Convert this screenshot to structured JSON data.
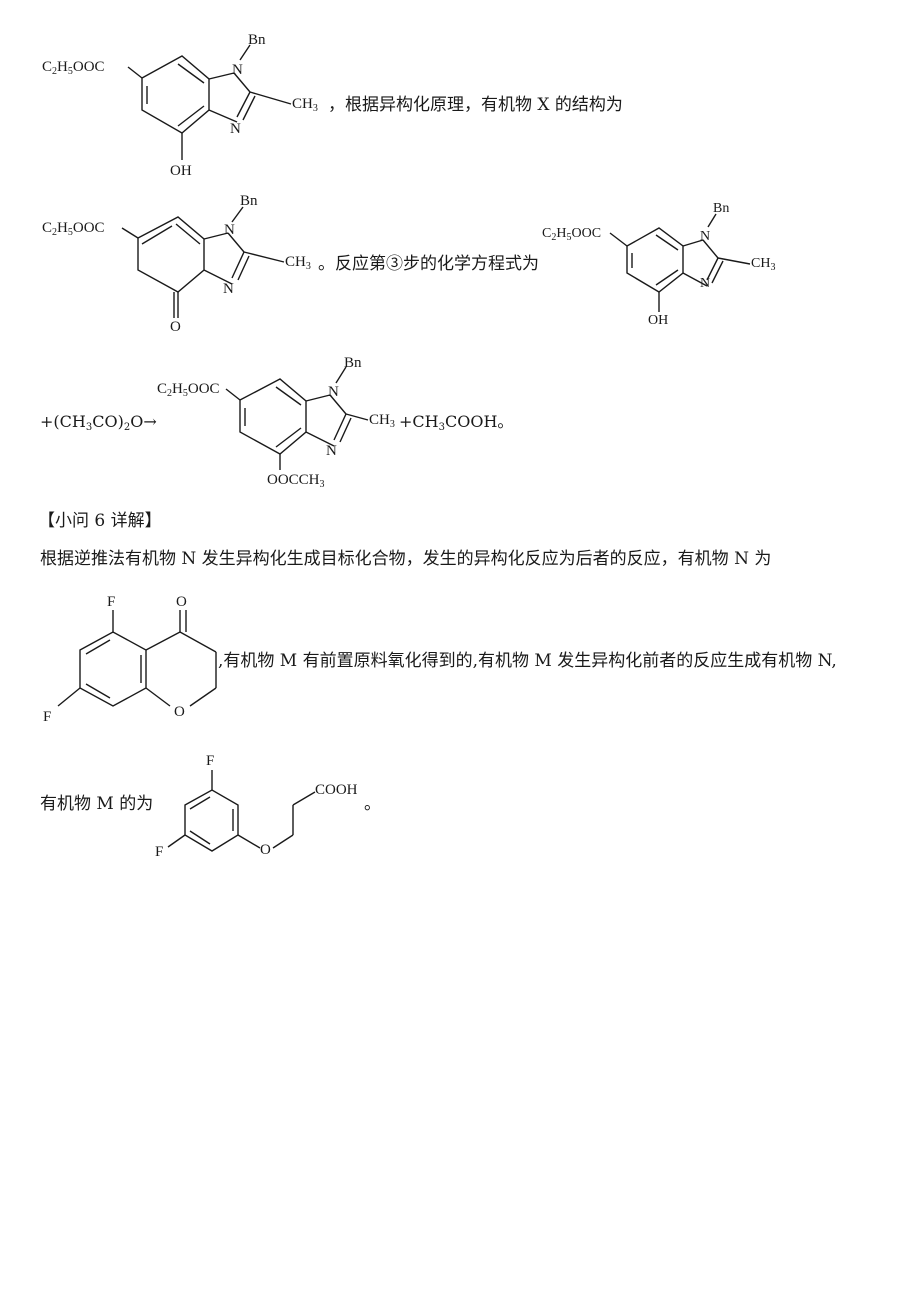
{
  "sentences": {
    "s1": "，根据异构化原理，有机物 X 的结构为",
    "s2": "。反应第③步的化学方程式为",
    "s3_plus": "+(CH",
    "s3_rest": "CO)",
    "s3_end": "O→",
    "s3_sub3": "3",
    "s3_sub2": "2",
    "s4": "+CH",
    "s4_sub": "3",
    "s4_end": "COOH。",
    "heading6": "【小问 6 详解】",
    "para6": "根据逆推法有机物 N 发生异构化生成目标化合物，发生的异构化反应为后者的反应，有机物 N 为",
    "para7": ",有机物 M 有前置原料氧化得到的,有机物 M 发生异构化前者的反应生成有机物 N,",
    "para8": "有机物 M 的为",
    "para8_end": "。"
  },
  "labels": {
    "ester_c": "C",
    "ester_sub2": "2",
    "ester_h": "H",
    "ester_sub5": "5",
    "ester_ooc": "OOC",
    "bn": "Bn",
    "n": "N",
    "ch": "CH",
    "ch_sub3": "3",
    "oh": "OH",
    "o": "O",
    "oacch": "OOCCH",
    "oacch_sub3": "3",
    "f": "F",
    "cooh": "COOH"
  }
}
